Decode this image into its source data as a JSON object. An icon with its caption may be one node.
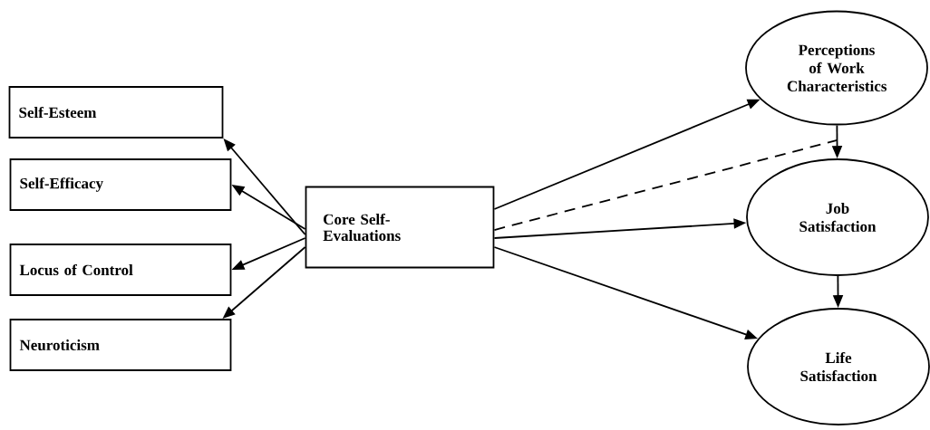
{
  "diagram": {
    "nodes": [
      {
        "text": [
          "Self-Esteem"
        ]
      },
      {
        "text": [
          "Self-Efficacy"
        ]
      },
      {
        "text": [
          "Locus of Control"
        ]
      },
      {
        "text": [
          "Neuroticism"
        ]
      },
      {
        "text": [
          "Core Self-Evaluations"
        ]
      },
      {
        "text": [
          "Perceptions of Work Characteristics"
        ]
      },
      {
        "text": [
          "Job Satisfaction"
        ]
      },
      {
        "text": [
          "Life Satisfaction"
        ]
      }
    ],
    "edges": [
      {
        "from": 4,
        "to": 0,
        "arrow": "to"
      },
      {
        "from": 4,
        "to": 1,
        "arrow": "to"
      },
      {
        "from": 4,
        "to": 2,
        "arrow": "to"
      },
      {
        "from": 4,
        "to": 3,
        "arrow": "to"
      },
      {
        "from": 4,
        "to": 5,
        "arrow": "to"
      },
      {
        "from": 4,
        "to": 6,
        "arrow": "to"
      },
      {
        "from": 4,
        "to": 7,
        "arrow": "to"
      },
      {
        "from": 5,
        "to": 6,
        "arrow": "to"
      },
      {
        "from": 6,
        "to": 7,
        "arrow": "to"
      },
      {
        "from": 4,
        "to": null,
        "arrow": "none",
        "style": "dashed"
      }
    ]
  }
}
